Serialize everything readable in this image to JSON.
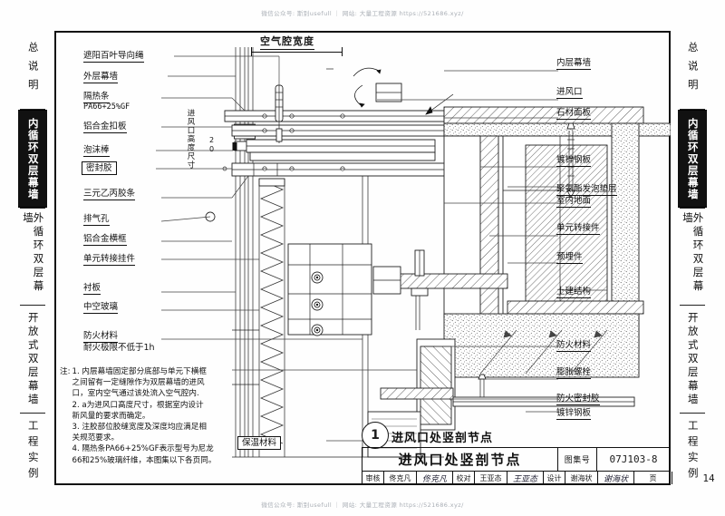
{
  "watermarks": {
    "top": "微信公众号: 斯别usefull ｜ 网站: 大量工程资源 https://521686.xyz/",
    "bottom": "微信公众号: 斯别usefull ｜ 网站: 大量工程资源 https://521686.xyz/"
  },
  "sidebar": {
    "items": [
      {
        "label": "总说明",
        "active": false
      },
      {
        "label": "内循环双层幕墙",
        "active": true
      },
      {
        "label": "外循环双层幕墙",
        "active": false
      },
      {
        "label": "开放式双层幕墙",
        "active": false
      },
      {
        "label": "工程实例",
        "active": false
      }
    ]
  },
  "dimensions": {
    "top_label": "空气腔宽度",
    "vertical_label": "进风口高度尺寸",
    "small_value": "20"
  },
  "labels_left": [
    {
      "text": "遮阳百叶导向绳"
    },
    {
      "text": "外层幕墙"
    },
    {
      "text": "隔热条"
    },
    {
      "text": "PA66+25%GF"
    },
    {
      "text": "铝合金扣板"
    },
    {
      "text": "泡沫棒"
    },
    {
      "text": "密封胶"
    },
    {
      "text": "三元乙丙胶条"
    },
    {
      "text": "排气孔"
    },
    {
      "text": "铝合金横框"
    },
    {
      "text": "单元转接挂件"
    },
    {
      "text": "衬板"
    },
    {
      "text": "中空玻璃"
    },
    {
      "text": "防火材料"
    },
    {
      "text": "耐火极限不低于1h"
    }
  ],
  "labels_right": [
    {
      "text": "内层幕墙"
    },
    {
      "text": "进风口"
    },
    {
      "text": "石材面板"
    },
    {
      "text": "镀锌钢板"
    },
    {
      "text": "聚氨酯发泡垫层"
    },
    {
      "text": "室内地面"
    },
    {
      "text": "单元转接件"
    },
    {
      "text": "预埋件"
    },
    {
      "text": "土建结构"
    },
    {
      "text": "防火材料"
    },
    {
      "text": "膨胀螺栓"
    },
    {
      "text": "防火密封胶"
    },
    {
      "text": "镀锌钢板"
    }
  ],
  "labels_bottom": [
    {
      "text": "保温材料"
    }
  ],
  "notes": {
    "head": "注:",
    "items": [
      "1. 内层幕墙固定部分底部与单元下横框",
      "之间留有一定缝隙作为双层幕墙的进风",
      "口，室内空气通过该处流入空气腔内.",
      "2. a为进风口高度尺寸，根据室内设计",
      "新风量的要求而确定。",
      "3. 注胶部位胶缝宽度及深度均应满足相",
      "关规范要求。",
      "4. 隔热条PA66+25%GF表示型号为尼龙",
      "66和25%玻璃纤维，本图集以下各页同。"
    ]
  },
  "detail": {
    "number": "1",
    "caption": "进风口处竖剖节点"
  },
  "titleblock": {
    "drawing_name": "进风口处竖剖节点",
    "atlas_key": "图集号",
    "atlas_value": "07J103-8",
    "page_key": "页",
    "page_value": "14",
    "review_key": "审核",
    "review_name": "佟克凡",
    "review_sign": "佟克凡",
    "check_key": "校对",
    "check_name": "王亚态",
    "check_sign": "王亚态",
    "design_key": "设计",
    "design_name": "谢海状",
    "design_sign": "谢海状"
  },
  "colors": {
    "ink": "#111111",
    "line": "#333333",
    "hatch": "#444444",
    "accent": "#000000"
  }
}
